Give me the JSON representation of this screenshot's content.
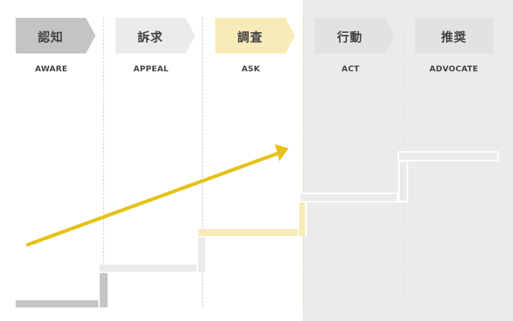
{
  "colors": {
    "aware": "#c4c4c4",
    "appeal": "#ebebeb",
    "ask": "#f8ebb8",
    "act": "#e2e2e2",
    "advocate": "#e2e2e2",
    "arrow": "#e6c21a",
    "shade": "#ebebeb"
  },
  "stages": [
    {
      "jp": "認知",
      "en": "AWARE"
    },
    {
      "jp": "訴求",
      "en": "APPEAL"
    },
    {
      "jp": "調査",
      "en": "ASK"
    },
    {
      "jp": "行動",
      "en": "ACT"
    },
    {
      "jp": "推奨",
      "en": "ADVOCATE"
    }
  ]
}
